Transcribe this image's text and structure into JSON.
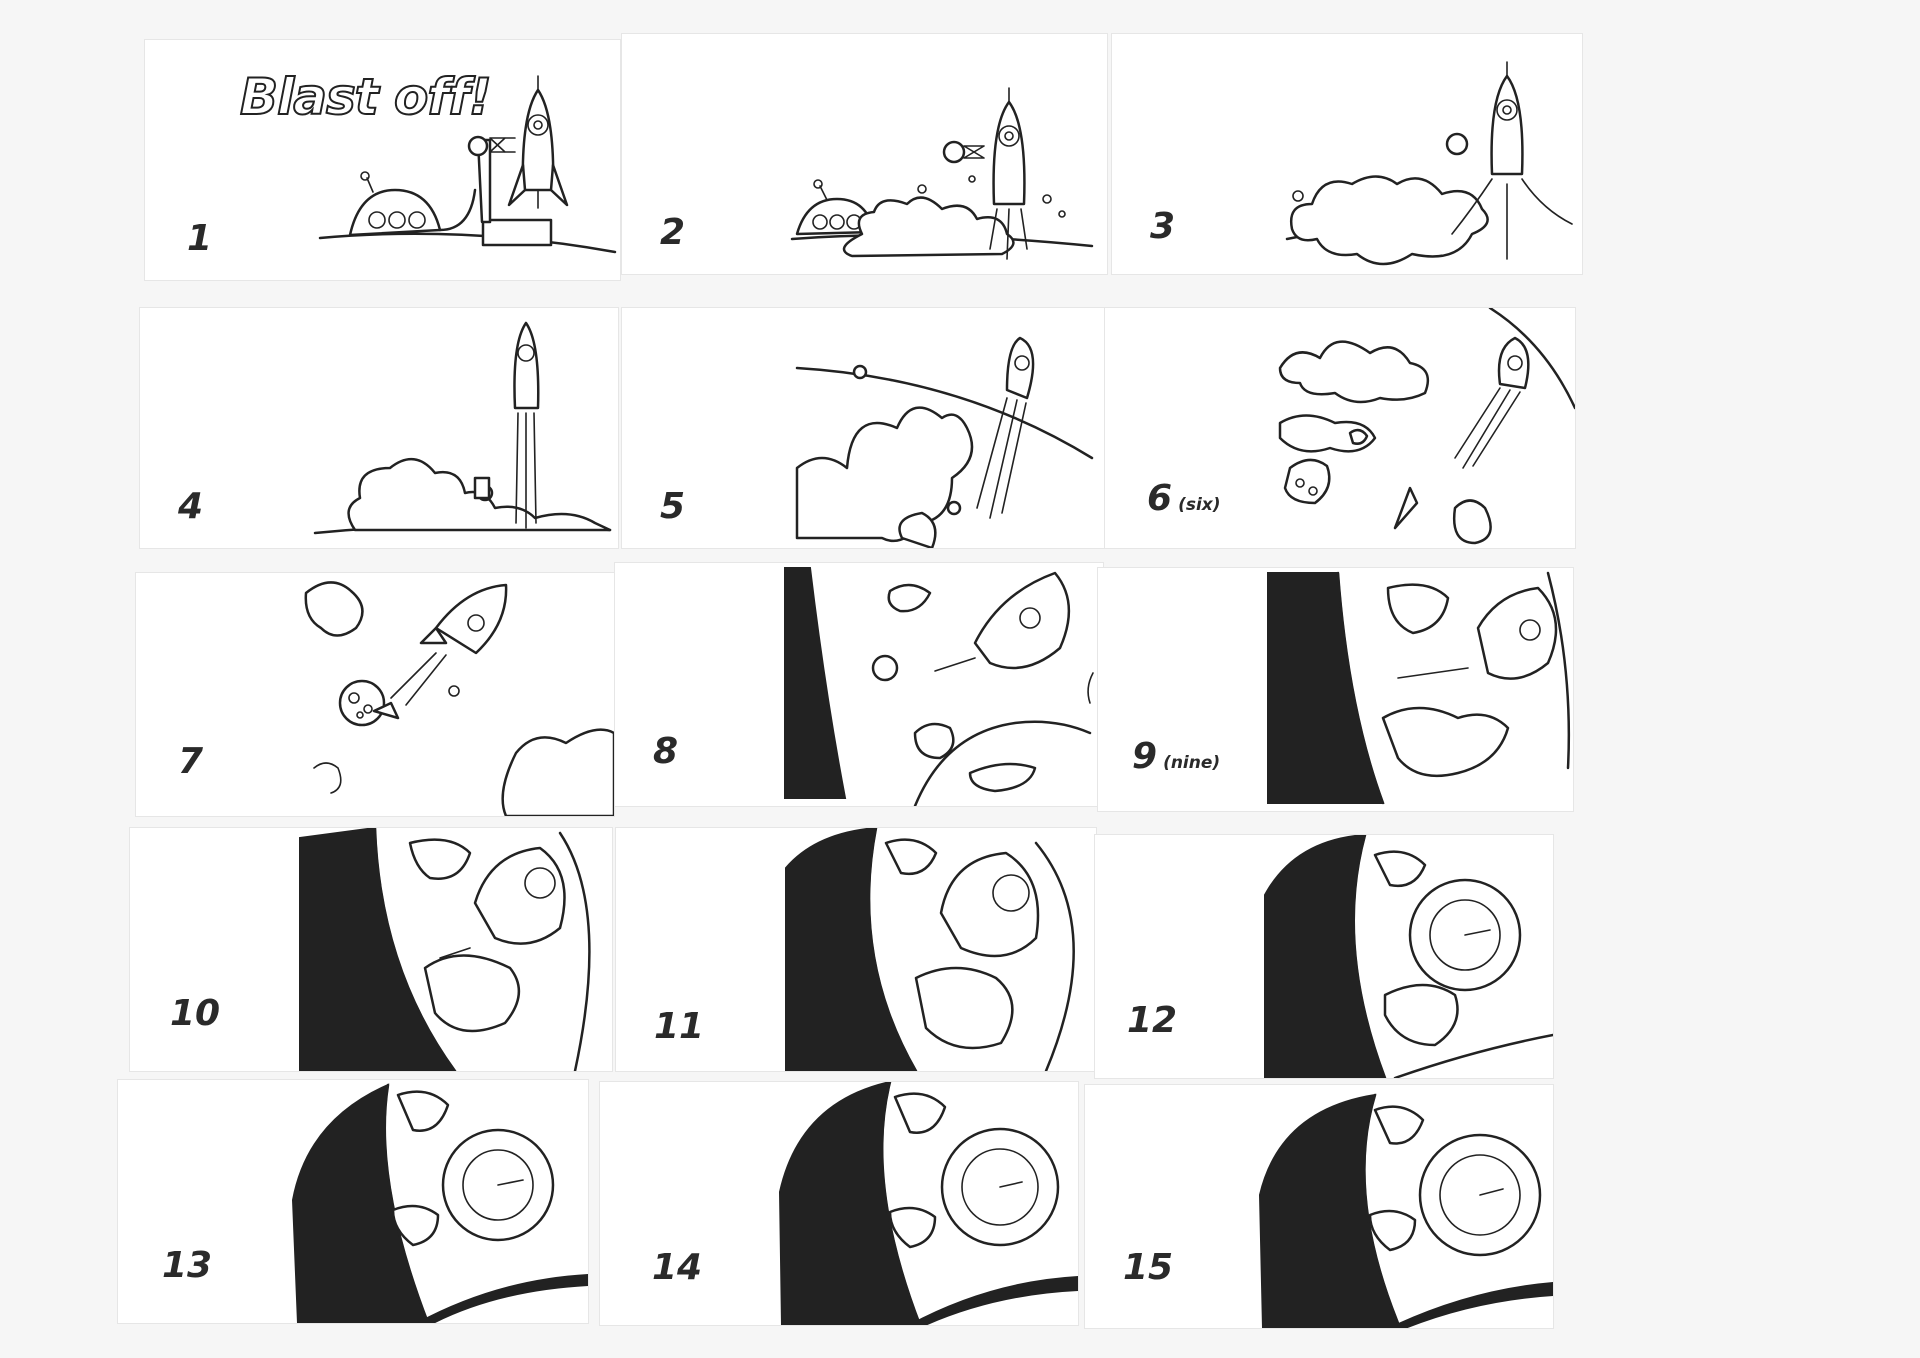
{
  "title": "Blast off!",
  "frames": [
    {
      "label": "1"
    },
    {
      "label": "2"
    },
    {
      "label": "3"
    },
    {
      "label": "4"
    },
    {
      "label": "5"
    },
    {
      "label": "6",
      "sub": "(six)"
    },
    {
      "label": "7"
    },
    {
      "label": "8"
    },
    {
      "label": "9",
      "sub": "(nine)"
    },
    {
      "label": "10"
    },
    {
      "label": "11"
    },
    {
      "label": "12"
    },
    {
      "label": "13"
    },
    {
      "label": "14"
    },
    {
      "label": "15"
    }
  ],
  "colors": {
    "ink": "#222222",
    "card": "#ffffff",
    "paper": "#f6f6f6"
  }
}
